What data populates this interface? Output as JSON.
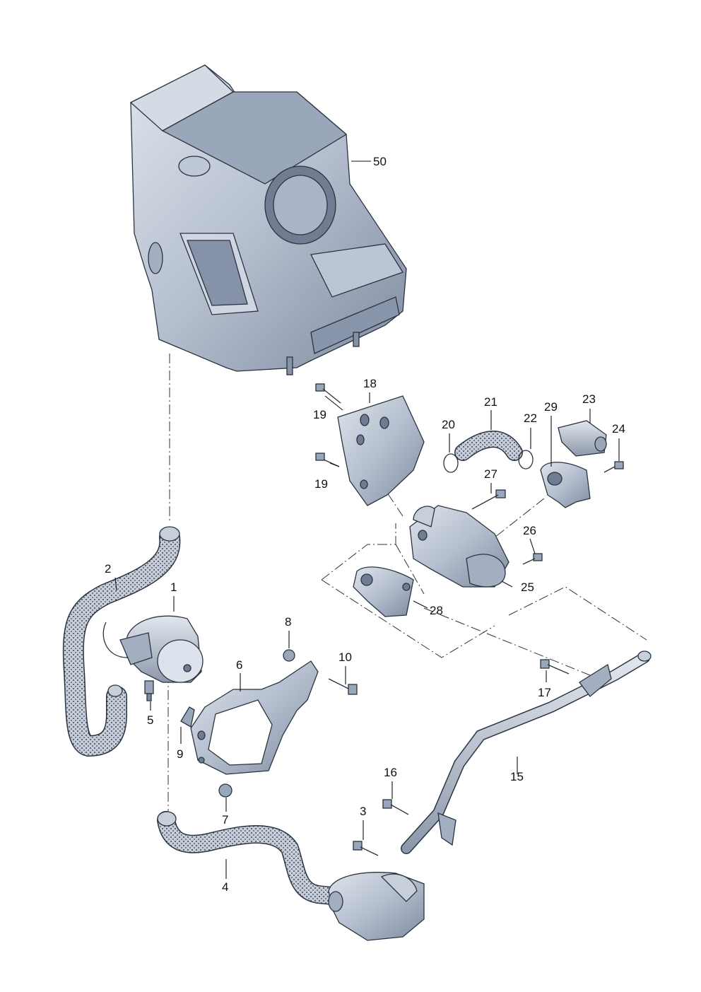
{
  "labels": {
    "p50": "50",
    "p18": "18",
    "p19a": "19",
    "p19b": "19",
    "p21": "21",
    "p20": "20",
    "p22": "22",
    "p29": "29",
    "p23": "23",
    "p24": "24",
    "p27": "27",
    "p26": "26",
    "p25": "25",
    "p28": "28",
    "p2": "2",
    "p1": "1",
    "p8": "8",
    "p10": "10",
    "p6": "6",
    "p5": "5",
    "p9": "9",
    "p17": "17",
    "p15": "15",
    "p16": "16",
    "p3": "3",
    "p7": "7",
    "p4": "4"
  },
  "colors": {
    "part_fill": "#b9c3d3",
    "part_light": "#d7dde8",
    "part_dark": "#7d8aa0",
    "hose_dots": "#3a4455",
    "line": "#111111"
  }
}
